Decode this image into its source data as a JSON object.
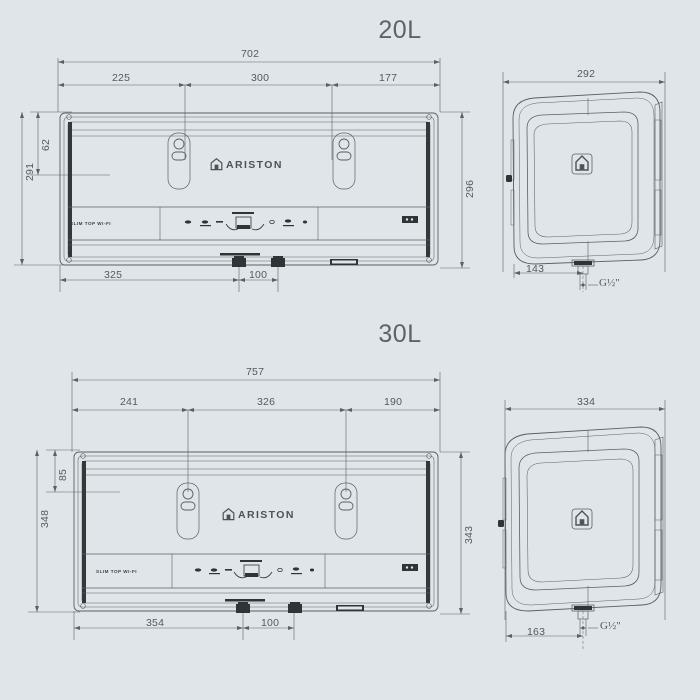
{
  "document": {
    "type": "technical-dimension-drawing",
    "background_color": "#dfe5e9",
    "line_color": "#5a6166",
    "text_color": "#54595d"
  },
  "sections": [
    {
      "id": "20l",
      "title": "20L",
      "front_view": {
        "overall_width": "702",
        "segments": [
          "225",
          "300",
          "177"
        ],
        "left_dims": {
          "inner": "62",
          "outer": "291"
        },
        "right_dim": "296",
        "bottom_dims": [
          "325",
          "100"
        ],
        "brand": "ARISTON",
        "panel_label": "SLIM TOP WI-FI"
      },
      "side_view": {
        "width_dim": "292",
        "bottom_dim": "143",
        "pipe_label": "G½\""
      }
    },
    {
      "id": "30l",
      "title": "30L",
      "front_view": {
        "overall_width": "757",
        "segments": [
          "241",
          "326",
          "190"
        ],
        "left_dims": {
          "inner": "85",
          "outer": "348"
        },
        "right_dim": "343",
        "bottom_dims": [
          "354",
          "100"
        ],
        "brand": "ARISTON",
        "panel_label": "SLIM TOP WI-FI"
      },
      "side_view": {
        "width_dim": "334",
        "bottom_dim": "163",
        "pipe_label": "G½\""
      }
    }
  ],
  "icons": {
    "house_logo": "house-icon",
    "keyhole_slot": "keyhole-mount-icon",
    "display": "display-screen-icon"
  }
}
